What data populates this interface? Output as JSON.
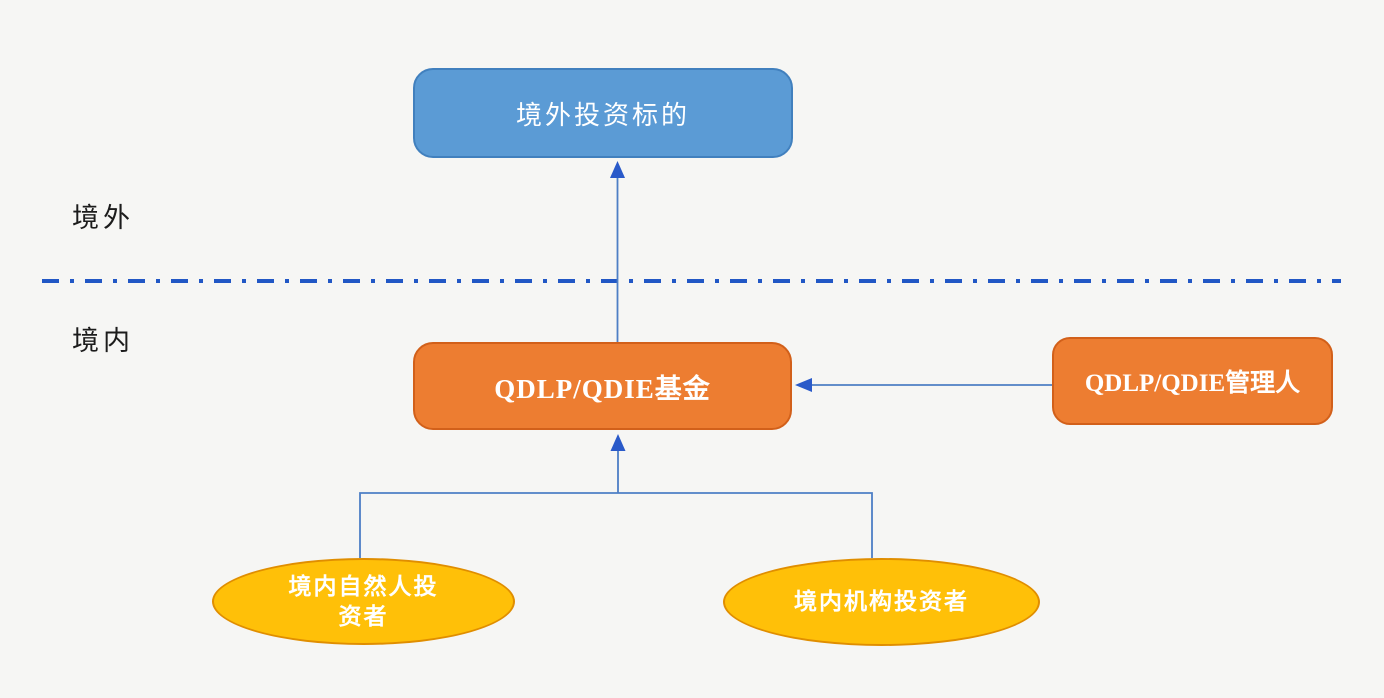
{
  "regions": {
    "overseas": {
      "label": "境外"
    },
    "domestic": {
      "label": "境内"
    }
  },
  "nodes": {
    "overseas_target": {
      "label": "境外投资标的",
      "shape": "rounded-rect",
      "fill": "#5b9bd5",
      "border": "#4180be",
      "text_color": "#ffffff"
    },
    "fund": {
      "label": "QDLP/QDIE基金",
      "shape": "rounded-rect",
      "fill": "#ed7d31",
      "border": "#d2601a",
      "text_color": "#ffffff"
    },
    "manager": {
      "label": "QDLP/QDIE管理人",
      "shape": "rounded-rect",
      "fill": "#ed7d31",
      "border": "#d2601a",
      "text_color": "#ffffff"
    },
    "individual_investors": {
      "label": "境内自然人投资者",
      "shape": "ellipse",
      "fill": "#ffc008",
      "border": "#e08e00",
      "text_color": "#ffffff"
    },
    "institutional_investors": {
      "label": "境内机构投资者",
      "shape": "ellipse",
      "fill": "#ffc008",
      "border": "#e08e00",
      "text_color": "#ffffff"
    }
  },
  "edges": [
    {
      "from": "fund",
      "to": "overseas_target",
      "arrow": "up"
    },
    {
      "from": "manager",
      "to": "fund",
      "arrow": "left"
    },
    {
      "from": "individual_investors",
      "to": "fund",
      "arrow": "up"
    },
    {
      "from": "institutional_investors",
      "to": "fund",
      "arrow": "up"
    }
  ],
  "divider": {
    "style": "dash-dot",
    "color": "#2157c5"
  },
  "colors": {
    "background": "#f6f6f4",
    "connector": "#4e7fc5",
    "arrowhead": "#2a5ac9"
  }
}
